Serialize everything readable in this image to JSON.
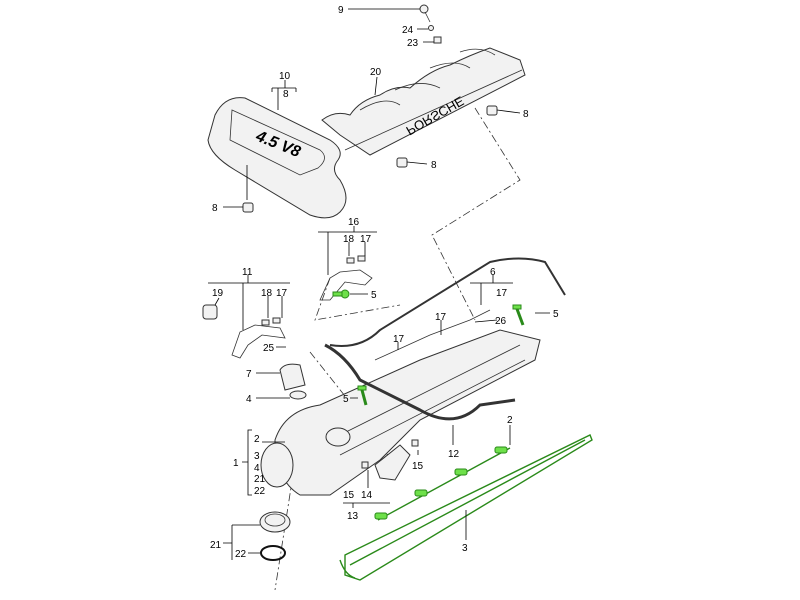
{
  "logos": {
    "left_cover": "4.5 V8",
    "right_cover": "PORSCHE"
  },
  "callouts": [
    "9",
    "24",
    "23",
    "10",
    "8",
    "20",
    "8",
    "8",
    "8",
    "16",
    "18",
    "17",
    "11",
    "19",
    "18",
    "17",
    "5",
    "6",
    "17",
    "5",
    "17",
    "26",
    "17",
    "25",
    "7",
    "4",
    "5",
    "2",
    "2",
    "3",
    "4",
    "1",
    "21",
    "22",
    "12",
    "15",
    "15",
    "14",
    "13",
    "3",
    "21",
    "22"
  ],
  "colors": {
    "highlight": "#6ee04a",
    "line": "#333333"
  }
}
